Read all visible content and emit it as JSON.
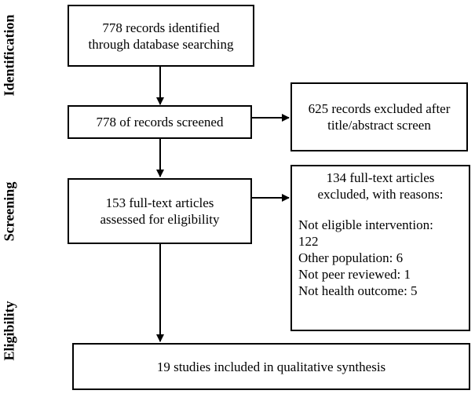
{
  "stages": {
    "identification": "Identification",
    "screening": "Screening",
    "eligibility": "Eligibility"
  },
  "boxes": {
    "identified": [
      "778 records identified",
      "through database searching"
    ],
    "screened": [
      "778 of records screened"
    ],
    "excluded_title": [
      "625 records excluded after",
      "title/abstract screen"
    ],
    "assessed": [
      "153 full-text articles",
      "assessed for eligibility"
    ],
    "excluded_fulltext": {
      "heading": [
        "134 full-text articles",
        "excluded, with reasons:"
      ],
      "reasons": [
        "Not eligible intervention:",
        "122",
        "Other population: 6",
        "Not peer reviewed: 1",
        "Not health outcome: 5"
      ]
    },
    "included": [
      "19 studies included in qualitative synthesis"
    ]
  }
}
